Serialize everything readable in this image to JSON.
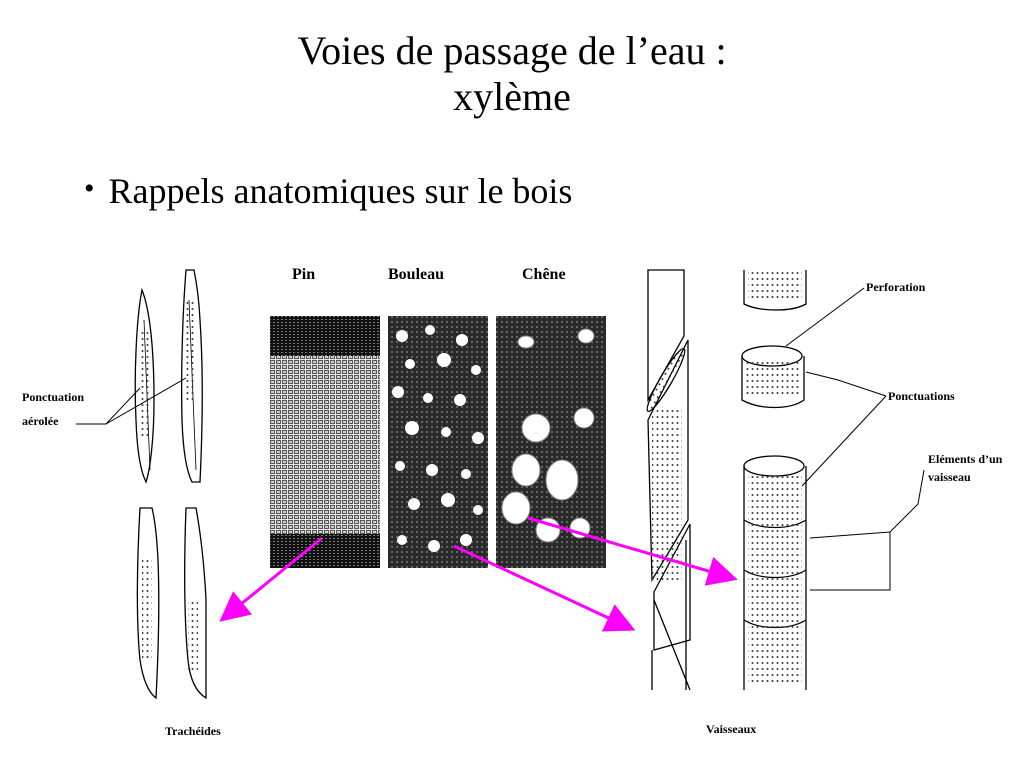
{
  "slide": {
    "title_line1": "Voies de passage de l’eau :",
    "title_line2": "xylème",
    "bullet_marker": "•",
    "bullet": "Rappels anatomiques sur le bois"
  },
  "figure": {
    "wood_columns": [
      "Pin",
      "Bouleau",
      "Chêne"
    ],
    "left_labels": {
      "ponctuation_line1": "Ponctuation",
      "ponctuation_line2": "aérolée",
      "caption": "Trachéides"
    },
    "right_labels": {
      "perforation": "Perforation",
      "ponctuations": "Ponctuations",
      "elements_line1": "Eléments d’un",
      "elements_line2": "vaisseau",
      "caption": "Vaisseaux"
    },
    "arrow_color": "#ff00ff"
  }
}
